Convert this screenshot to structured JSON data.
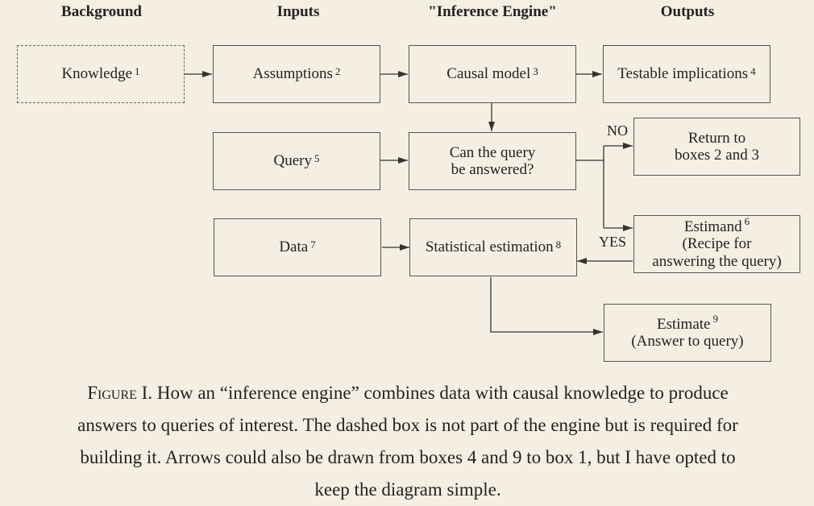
{
  "headers": {
    "background": "Background",
    "inputs": "Inputs",
    "engine": "\"Inference Engine\"",
    "outputs": "Outputs"
  },
  "boxes": {
    "knowledge": {
      "label": "Knowledge",
      "num": "1"
    },
    "assumptions": {
      "label": "Assumptions",
      "num": "2"
    },
    "causal_model": {
      "label": "Causal model",
      "num": "3"
    },
    "testable": {
      "label": "Testable implications",
      "num": "4"
    },
    "query": {
      "label": "Query",
      "num": "5"
    },
    "can_answer": {
      "line1": "Can the query",
      "line2": "be answered?"
    },
    "return_to": {
      "line1": "Return to",
      "line2": "boxes 2 and 3"
    },
    "estimand": {
      "label": "Estimand",
      "num": "6",
      "line2": "(Recipe for",
      "line3": "answering the query)"
    },
    "data": {
      "label": "Data",
      "num": "7"
    },
    "stat_est": {
      "label": "Statistical estimation",
      "num": "8"
    },
    "estimate": {
      "label": "Estimate",
      "num": "9",
      "line2": "(Answer to query)"
    }
  },
  "branch_labels": {
    "no": "NO",
    "yes": "YES"
  },
  "caption": {
    "prefix": "Figure I.",
    "text": " How an “inference engine” combines data with causal knowledge to produce answers to queries of interest. The dashed box is not part of the engine but is required for building it. Arrows could also be drawn from boxes 4 and 9 to box 1, but I have opted to keep the diagram simple."
  }
}
